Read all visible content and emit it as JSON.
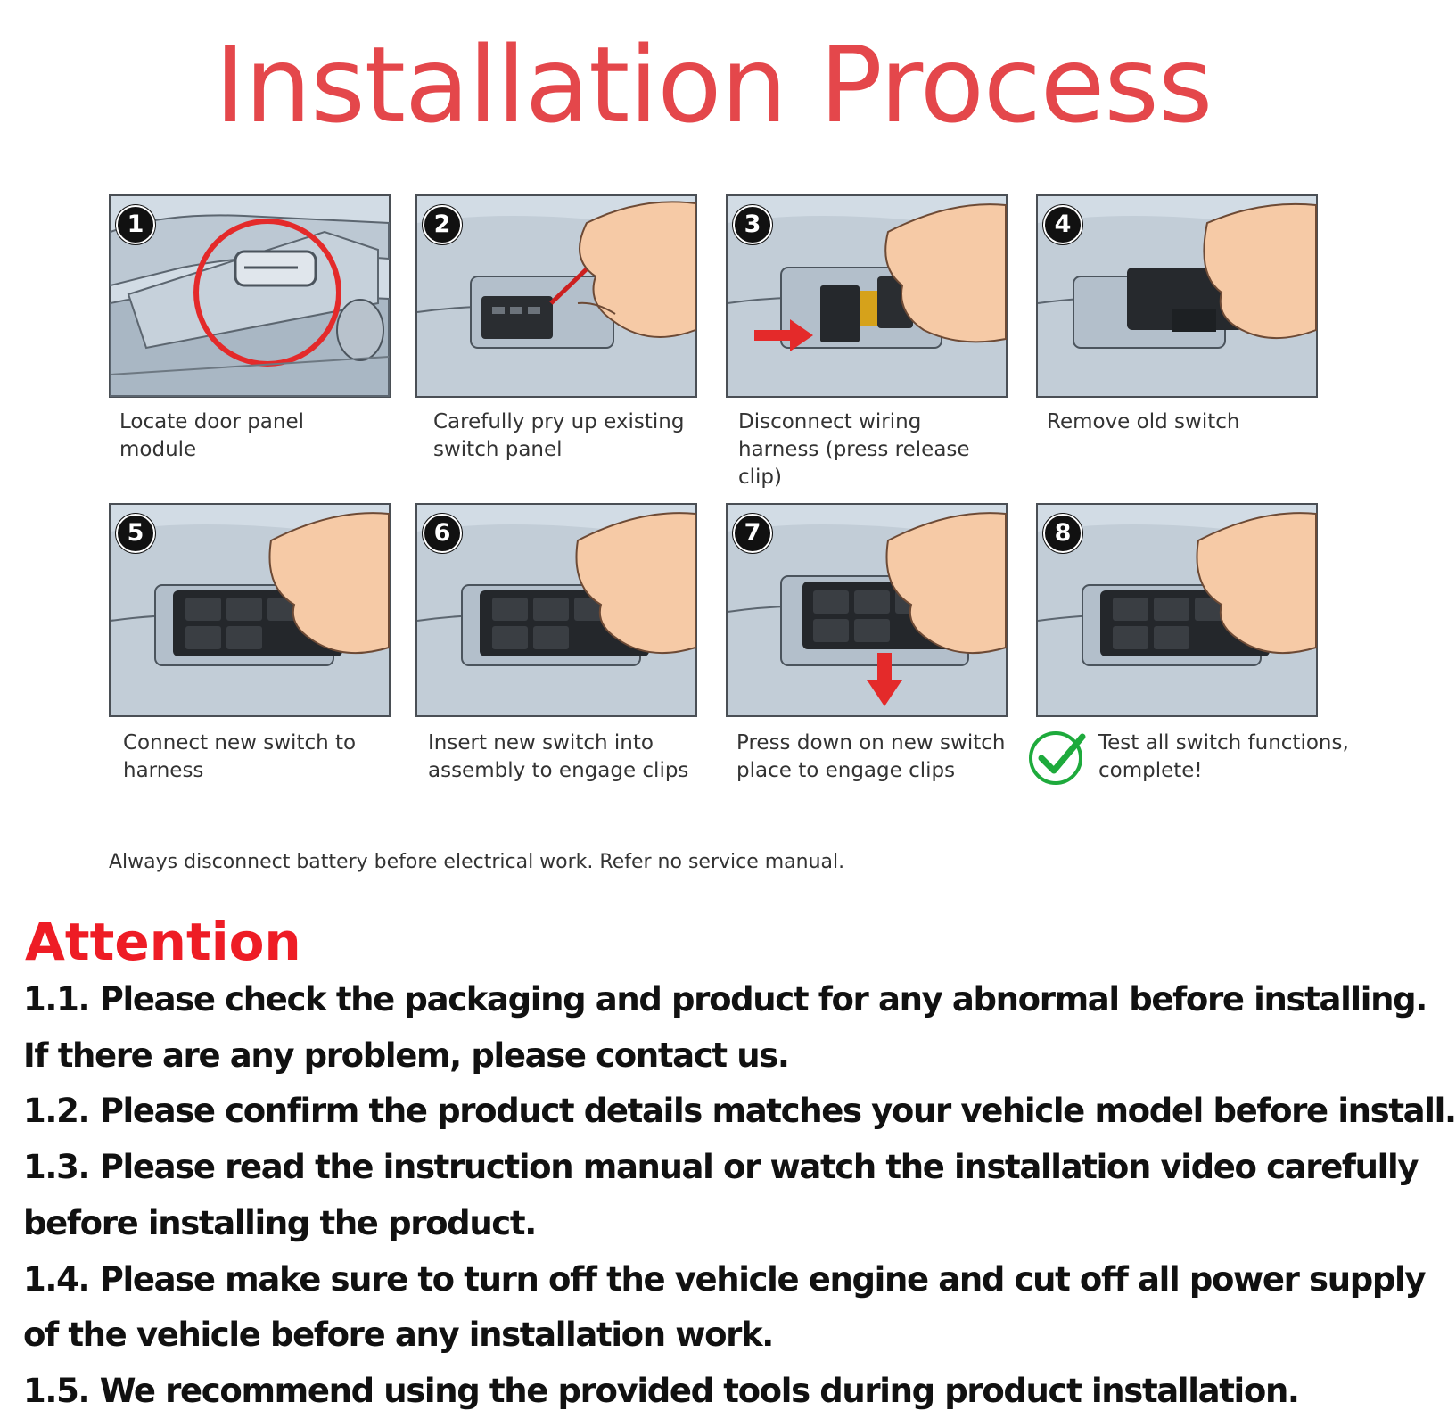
{
  "title": "Installation Process",
  "steps": [
    {
      "number": "1",
      "caption": "Locate door panel module"
    },
    {
      "number": "2",
      "caption": "Carefully pry up existing switch panel"
    },
    {
      "number": "3",
      "caption": "Disconnect wiring harness (press release clip)"
    },
    {
      "number": "4",
      "caption": "Remove old switch"
    },
    {
      "number": "5",
      "caption": "Connect new switch to harness"
    },
    {
      "number": "6",
      "caption": "Insert new switch into assembly to engage clips"
    },
    {
      "number": "7",
      "caption": "Press down on new switch place to engage clips"
    },
    {
      "number": "8",
      "caption": "Test all switch functions, complete!"
    }
  ],
  "footnote": "Always disconnect battery before electrical work. Refer  no service manual.",
  "attention": {
    "title": "Attention",
    "lines": [
      "1.1. Please check the packaging and product for any abnormal before installing.",
      "If there are any problem, please contact us.",
      "1.2. Please confirm the product details matches your vehicle model before install.",
      "1.3. Please read the instruction manual or watch the installation video carefully",
      "before installing the product.",
      "1.4. Please make sure to turn off the vehicle engine and cut off all power supply",
      "of the vehicle before any installation work.",
      "1.5. We recommend using the provided tools during product installation."
    ]
  },
  "colors": {
    "title_red": "#e4474b",
    "attention_red": "#ee1c25",
    "panel_bg": "#d2dce5",
    "check_green": "#1eaa3c",
    "skin": "#f6caa6"
  }
}
